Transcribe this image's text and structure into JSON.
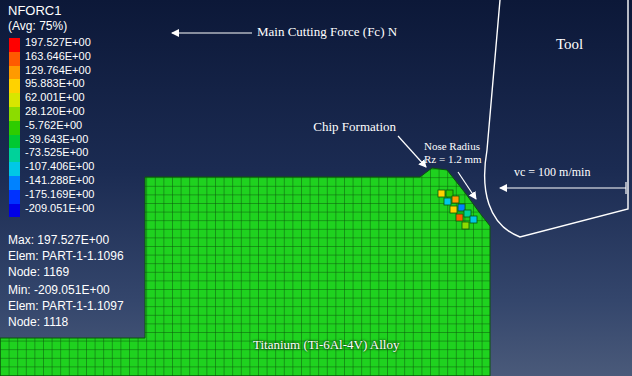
{
  "diagram": {
    "nodes": [
      {
        "text": [
          "Tool"
        ]
      },
      {
        "text": [
          "Titanium (Ti-6Al-4V) Alloy"
        ]
      }
    ],
    "labels": [
      "NFORC1",
      "(Avg: 75%)",
      "Max: 197.527E+00",
      "Elem: PART-1-1.1096",
      "Node: 1169",
      "Min: -209.051E+00",
      "Elem: PART-1-1.1097",
      "Node: 1118",
      "Main Cutting Force (Fc) N",
      "Chip Formation",
      "Nose Radius Rz = 1.2 mm",
      "vc = 100 m/min"
    ],
    "legend": [
      {
        "text": "197.527E+00",
        "color": "#ff0000"
      },
      {
        "text": "163.646E+00",
        "color": "#ff5a00"
      },
      {
        "text": "129.764E+00",
        "color": "#ff9a00"
      },
      {
        "text": "95.883E+00",
        "color": "#ffd200"
      },
      {
        "text": "62.001E+00",
        "color": "#d8e600"
      },
      {
        "text": "28.120E+00",
        "color": "#8cdc00"
      },
      {
        "text": "-5.762E+00",
        "color": "#2ecc00"
      },
      {
        "text": "-39.643E+00",
        "color": "#00c832"
      },
      {
        "text": "-73.525E+00",
        "color": "#00d29a"
      },
      {
        "text": "-107.406E+00",
        "color": "#00c8e6"
      },
      {
        "text": "-141.288E+00",
        "color": "#0082ff"
      },
      {
        "text": "-175.169E+00",
        "color": "#0032ff"
      },
      {
        "text": "-209.051E+00",
        "color": "#0000e6"
      }
    ]
  }
}
